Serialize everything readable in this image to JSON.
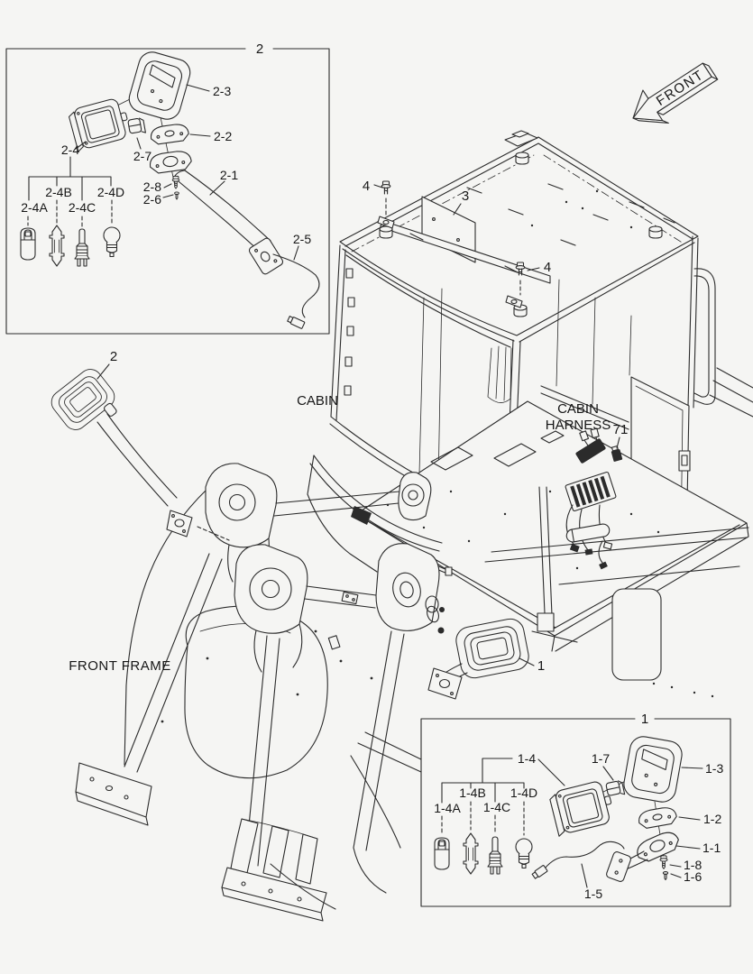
{
  "page": {
    "background": "#f5f5f3",
    "line_color": "#2b2b2b",
    "text_color": "#161616"
  },
  "labels": {
    "front_arrow": "FRONT",
    "cabin": "CABIN",
    "cabin_harness_line1": "CABIN",
    "cabin_harness_line2": "HARNESS",
    "front_frame": "FRONT FRAME"
  },
  "callouts": {
    "cabin_mount_plate": "3",
    "roof_bolt_left": "4",
    "roof_bolt_right": "4",
    "harness_connector": "71",
    "front_work_lamp": "2",
    "rear_work_lamp": "1"
  },
  "box2": {
    "callout": "2",
    "parts": {
      "bezel": "2-3",
      "gasket": "2-2",
      "knob": "2-7",
      "lamp": "2-4",
      "screw": "2-8",
      "washer": "2-6",
      "bracket": "2-1",
      "wire": "2-5"
    },
    "bulbs": [
      "2-4A",
      "2-4B",
      "2-4C",
      "2-4D"
    ]
  },
  "box1": {
    "callout": "1",
    "parts": {
      "lamp": "1-4",
      "knob": "1-7",
      "bezel": "1-3",
      "gasket": "1-2",
      "bracket": "1-1",
      "screw": "1-8",
      "washer": "1-6",
      "wire": "1-5"
    },
    "bulbs": [
      "1-4A",
      "1-4B",
      "1-4C",
      "1-4D"
    ]
  }
}
